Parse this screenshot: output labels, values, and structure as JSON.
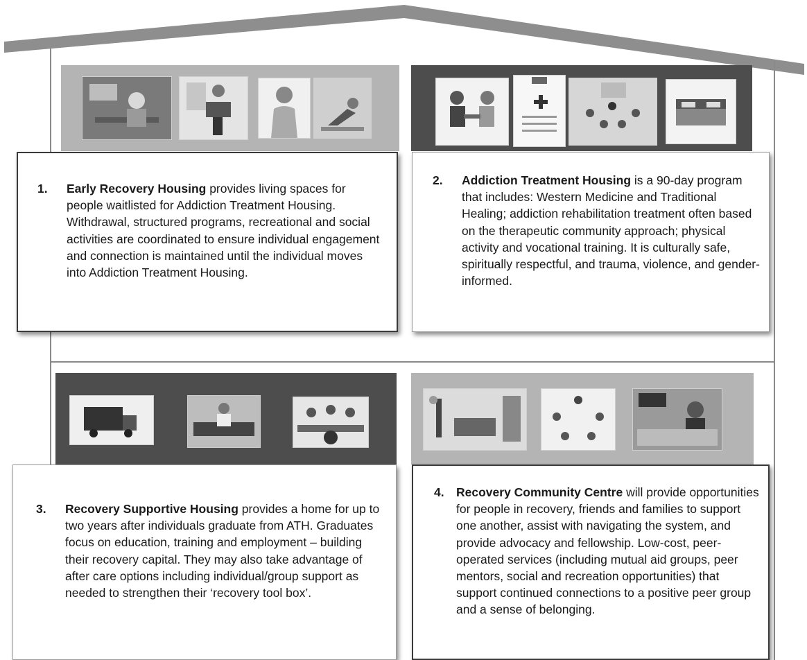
{
  "sections": [
    {
      "number": "1.",
      "title": "Early Recovery Housing",
      "text": " provides living spaces for people waitlisted for Addiction Treatment Housing. Withdrawal, structured programs, recreational and social activities are coordinated to ensure individual engagement and connection is maintained until the individual moves into Addiction Treatment Housing.",
      "icons": [
        "office-worker-icon",
        "doctor-xray-icon",
        "back-pain-icon",
        "yoga-icon"
      ]
    },
    {
      "number": "2.",
      "title": "Addiction Treatment Housing",
      "text": " is a 90-day program that includes: Western Medicine and Traditional Healing; addiction rehabilitation treatment often based on the therapeutic community approach; physical activity and vocational training. It is culturally safe, spiritually respectful, and trauma, violence, and gender-informed.",
      "icons": [
        "doctor-consultation-icon",
        "medical-clipboard-icon",
        "group-therapy-icon",
        "bed-icon"
      ]
    },
    {
      "number": "3.",
      "title": "Recovery Supportive Housing",
      "text": " provides a home for up to two years after individuals graduate from ATH. Graduates focus on education, training and employment – building their recovery capital. They may also take advantage of after care options including individual/group support as needed to strengthen their ‘recovery tool box’.",
      "icons": [
        "moving-truck-icon",
        "man-on-sofa-icon",
        "job-interview-icon"
      ]
    },
    {
      "number": "4.",
      "title": "Recovery Community Centre",
      "text": " will provide opportunities for people in recovery, friends and families to support one another, assist with navigating the system, and provide advocacy and fellowship. Low-cost, peer-operated services (including mutual aid groups, peer mentors, social and recreation opportunities) that support continued connections to a positive peer group and a sense of belonging.",
      "icons": [
        "living-room-icon",
        "support-circle-icon",
        "cafe-barista-icon"
      ]
    }
  ]
}
